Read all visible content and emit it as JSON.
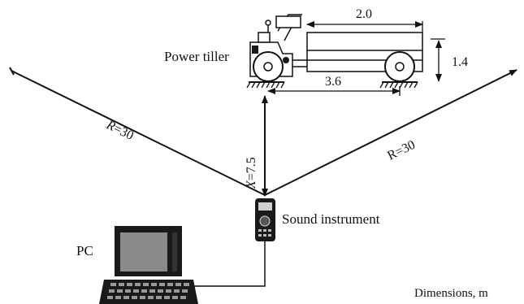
{
  "labels": {
    "power_tiller": "Power tiller",
    "sound_instrument": "Sound instrument",
    "pc": "PC",
    "dimensions_note": "Dimensions, m"
  },
  "dimensions": {
    "length_top": "2.0",
    "height_side": "1.4",
    "wheelbase": "3.6",
    "distance_x_prefix": "X",
    "distance_x": "=7.5",
    "radius_left_prefix": "R",
    "radius_left": "=30",
    "radius_right": "R=30"
  },
  "colors": {
    "line": "#111111",
    "background": "#ffffff",
    "equipment_dark": "#1a1a1a",
    "screen": "#8a8a8a"
  }
}
